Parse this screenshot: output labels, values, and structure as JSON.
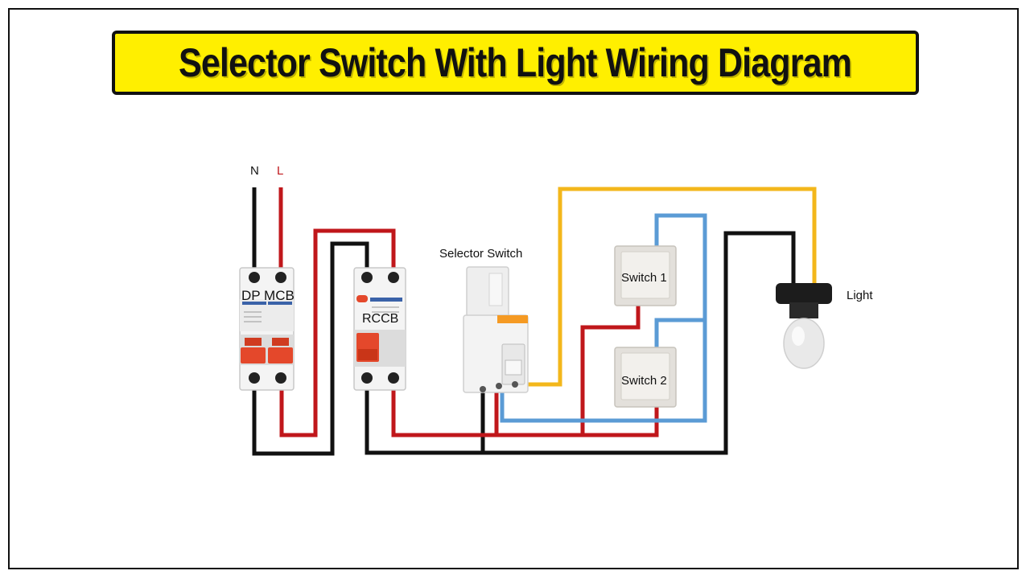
{
  "title": "Selector Switch With Light Wiring Diagram",
  "labels": {
    "neutral": "N",
    "line": "L",
    "dp_mcb": "DP MCB",
    "rccb": "RCCB",
    "selector_switch": "Selector Switch",
    "switch1": "Switch 1",
    "switch2": "Switch 2",
    "light": "Light"
  },
  "colors": {
    "neutral_wire": "#111111",
    "line_wire": "#c0171b",
    "yellow_wire": "#f3b71b",
    "blue_wire": "#5b9bd5",
    "banner": "#ffef00"
  }
}
